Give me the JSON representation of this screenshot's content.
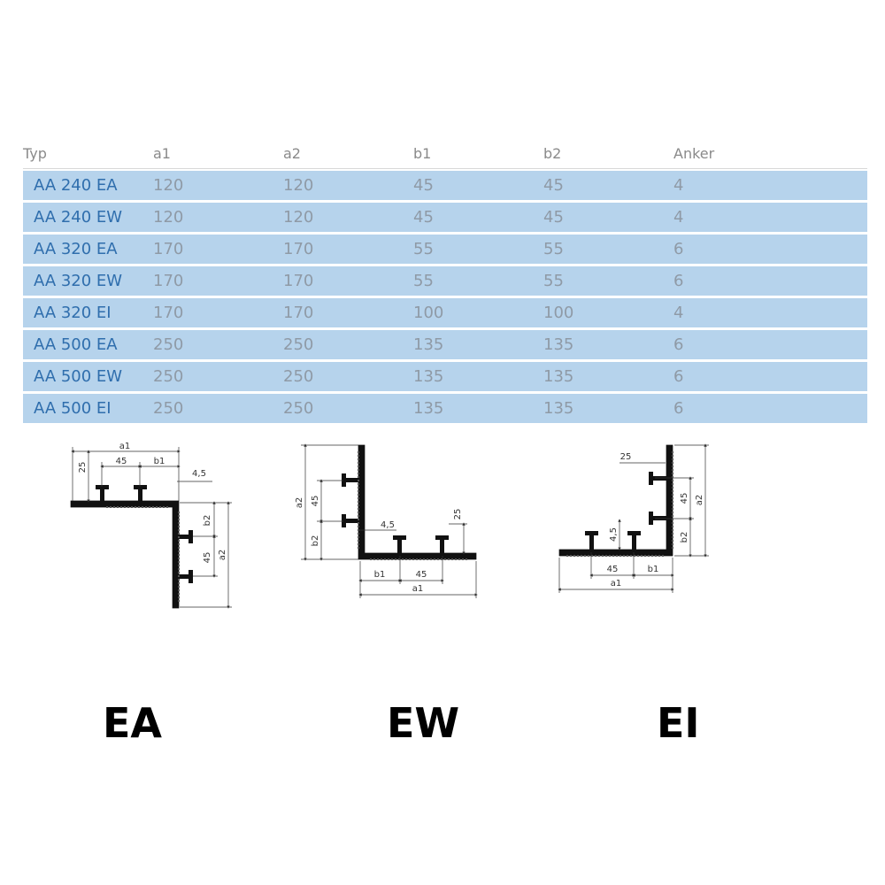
{
  "table": {
    "headers": [
      "Typ",
      "a1",
      "a2",
      "b1",
      "b2",
      "Anker"
    ],
    "rows": [
      [
        "AA 240 EA",
        "120",
        "120",
        "45",
        "45",
        "4"
      ],
      [
        "AA 240 EW",
        "120",
        "120",
        "45",
        "45",
        "4"
      ],
      [
        "AA 320 EA",
        "170",
        "170",
        "55",
        "55",
        "6"
      ],
      [
        "AA 320 EW",
        "170",
        "170",
        "55",
        "55",
        "6"
      ],
      [
        "AA 320 EI",
        "170",
        "170",
        "100",
        "100",
        "4"
      ],
      [
        "AA 500 EA",
        "250",
        "250",
        "135",
        "135",
        "6"
      ],
      [
        "AA 500 EW",
        "250",
        "250",
        "135",
        "135",
        "6"
      ],
      [
        "AA 500 EI",
        "250",
        "250",
        "135",
        "135",
        "6"
      ]
    ]
  },
  "colors": {
    "row_background": "#b6d3ec",
    "type_text": "#2f6ead",
    "value_text": "#8f9aa6",
    "header_text": "#8a8a8a"
  },
  "profiles": {
    "ea": {
      "label": "EA",
      "dims": {
        "a1": "a1",
        "a2": "a2",
        "b1": "b1",
        "b2": "b2",
        "d45_top": "45",
        "d45_side": "45",
        "d25": "25",
        "d45s": "4,5"
      }
    },
    "ew": {
      "label": "EW",
      "dims": {
        "a1": "a1",
        "a2": "a2",
        "b1": "b1",
        "b2": "b2",
        "d45_bottom": "45",
        "d45_side": "45",
        "d25": "25",
        "d45s": "4,5"
      }
    },
    "ei": {
      "label": "EI",
      "dims": {
        "a1": "a1",
        "a2": "a2",
        "b1": "b1",
        "b2": "b2",
        "d45_bottom": "45",
        "d45_side": "45",
        "d25": "25",
        "d45s": "4,5"
      }
    }
  }
}
